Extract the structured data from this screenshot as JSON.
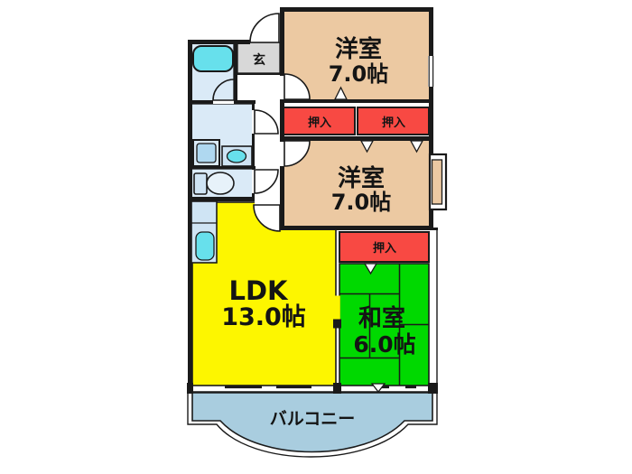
{
  "plan": {
    "rooms": {
      "western1": {
        "name": "洋室",
        "size": "7.0帖"
      },
      "western2": {
        "name": "洋室",
        "size": "7.0帖"
      },
      "ldk": {
        "name": "LDK",
        "size": "13.0帖"
      },
      "japanese": {
        "name": "和室",
        "size": "6.0帖"
      },
      "closet1": {
        "name": "押入"
      },
      "closet2": {
        "name": "押入"
      },
      "closet3": {
        "name": "押入"
      },
      "genkan": {
        "name": "玄"
      },
      "balcony": {
        "name": "バルコニー"
      }
    }
  },
  "colors": {
    "wall_black": "#1a1a1a",
    "room_tan": "#ecc9a2",
    "closet_red": "#f84943",
    "ldk_yellow": "#fdf600",
    "tatami_green": "#00d900",
    "balcony_blue": "#a9cddf",
    "wet_blue": "#daeaf7",
    "counter_blue": "#cfe4f4",
    "fixture_cyan": "#67e0ec",
    "genkan_gray": "#d8d8d8",
    "washer_inner": "#afd8f0",
    "toilet_bowl": "#e7f2fa"
  }
}
